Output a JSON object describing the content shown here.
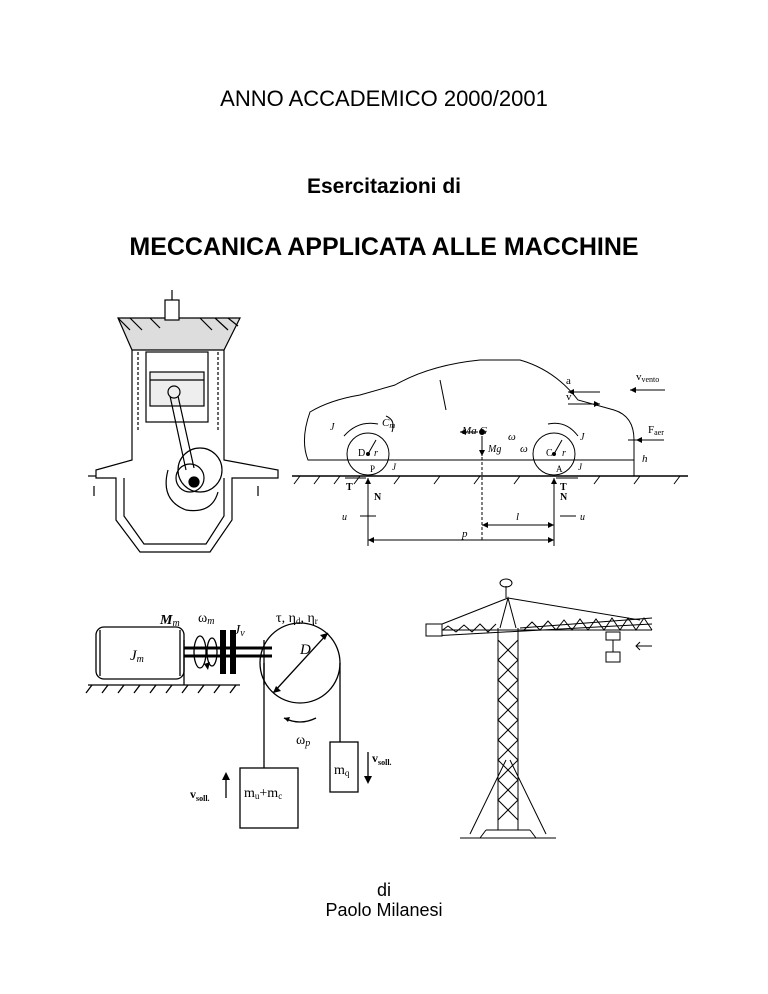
{
  "header": {
    "academic_year": "ANNO ACCADEMICO 2000/2001",
    "subtitle": "Esercitazioni di",
    "title": "MECCANICA APPLICATA ALLE MACCHINE"
  },
  "footer": {
    "by": "di",
    "author": "Paolo Milanesi"
  },
  "figures": {
    "car": {
      "a": "a",
      "v": "v",
      "v_vento": "v",
      "v_vento_sub": "vento",
      "f_aer": "F",
      "f_aer_sub": "aer",
      "jr_wp": "J",
      "cm": "C",
      "cm_sub": "m",
      "ma_g": "Ma  G",
      "mg": "Mg",
      "wp": "ω",
      "wa": "ω",
      "jr_wa": "J",
      "d": "D",
      "r": "r",
      "c": "C",
      "p": "P",
      "a_pt": "A",
      "jr": "J",
      "tp": "T",
      "np": "N",
      "ta": "T",
      "na": "N",
      "u": "u",
      "l": "l",
      "p_dist": "p",
      "h": "h"
    },
    "hoist": {
      "mm": "M",
      "mm_sub": "m",
      "wm": "ω",
      "wm_sub": "m",
      "jv": "J",
      "jv_sub": "v",
      "eff": "τ, η",
      "eff_d": "d",
      "eff_r": ", η",
      "eff_r_sub": "r",
      "jm": "J",
      "jm_sub": "m",
      "d": "D",
      "wp": "ω",
      "wp_sub": "p",
      "mq": "m",
      "mq_sub": "q",
      "mu": "m",
      "mu_sub": "u",
      "mc": "+m",
      "mc_sub": "c",
      "v_soll": "v",
      "v_soll_sub": "soll."
    }
  }
}
